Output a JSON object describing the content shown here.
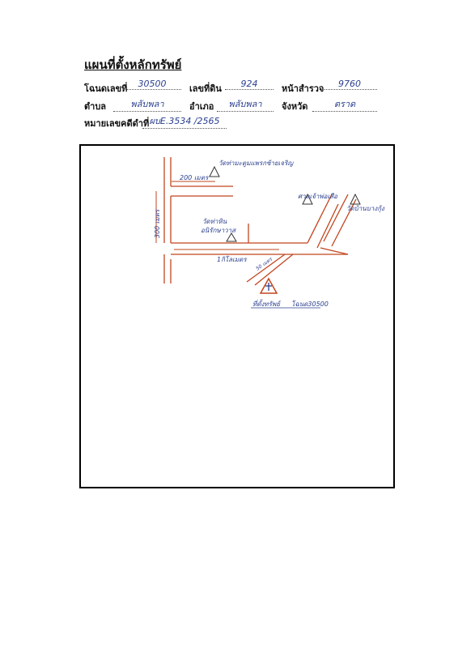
{
  "document": {
    "title": "แผนที่ตั้งหลักทรัพย์",
    "fields": {
      "deed_no_label": "โฉนดเลขที่",
      "deed_no_value": "30500",
      "land_no_label": "เลขที่ดิน",
      "land_no_value": "924",
      "survey_page_label": "หน้าสำรวจ",
      "survey_page_value": "9760",
      "subdistrict_label": "ตำบล",
      "subdistrict_value": "พลับพลา",
      "district_label": "อำเภอ",
      "district_value": "พลับพลา",
      "province_label": "จังหวัด",
      "province_value": "ตราด",
      "case_no_label": "หมายเลขคดีดำที่",
      "case_no_value": "ผบE.3534 /2565"
    }
  },
  "map": {
    "labels": {
      "temple_top": "วัดท่ามะตูมแพรกซ้ายเจริญ",
      "dist_200": "200 เมตร",
      "dist_300": "300 เมตร",
      "temple_mid": "วัดท่าหิน",
      "temple_mid_2": "อนิรักษาวาส",
      "dist_1km": "1กิโลเมตร",
      "dist_small": "50 เมตร",
      "shrine": "ศาลเจ้าพ่อเสือ",
      "temple_right": "วัดบ้านบางกุ้ง",
      "property_label": "ที่ตั้งทรัพย์",
      "property_deed": "โฉนด30500"
    },
    "colors": {
      "road": "#c2451e",
      "ink": "#2a3f8f",
      "marker": "#c2451e"
    }
  }
}
